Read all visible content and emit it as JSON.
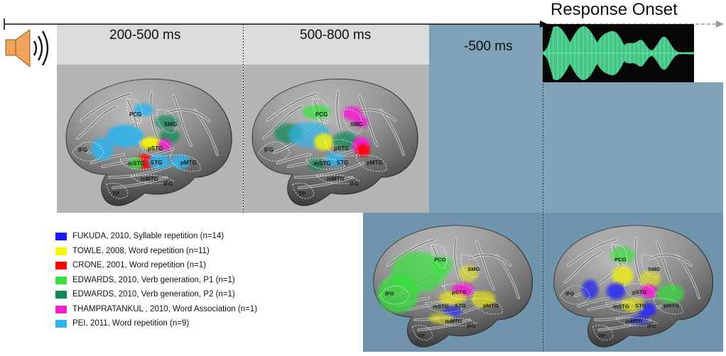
{
  "header": {
    "response_onset": "Response Onset"
  },
  "panels": {
    "p1_label": "200-500 ms",
    "p2_label": "500-800 ms",
    "p3_label": "-500 ms"
  },
  "regions": {
    "ifg": "IFG",
    "pcg": "PCG",
    "smg": "SMG",
    "pstg": "pSTG",
    "mstg": "mSTG",
    "pmtg": "pMTG",
    "mmtg": "mMTG",
    "tp": "TP",
    "stg": "STG"
  },
  "legend": [
    {
      "label": "FUKUDA, 2010, Syllable repetition (n=14)",
      "color": "#1a1aff"
    },
    {
      "label": "TOWLE, 2008, Word repetition (n=11)",
      "color": "#f7f700"
    },
    {
      "label": "CRONE, 2001, Word repetition (n=1)",
      "color": "#ff0000"
    },
    {
      "label": "EDWARDS, 2010,  Verb generation, P1 (n=1)",
      "color": "#38e03c"
    },
    {
      "label": "EDWARDS, 2010,   Verb generation, P2 (n=1)",
      "color": "#0d8a57"
    },
    {
      "label": "THAMPRATANKUL , 2010,  Word Association (n=1)",
      "color": "#f21fd2"
    },
    {
      "label": "PEI, 2011, Word repetition (n=9)",
      "color": "#2fb3ea"
    }
  ],
  "colors": {
    "light_gray": "#dcdcdc",
    "mid_gray": "#b4b4b4",
    "steel_blue": "#7fa2b8",
    "steel_blue_dark": "#6f94ab",
    "waveform": "#5cf2a8"
  },
  "icons": {
    "speaker": "speaker-icon",
    "timeline_arrow": "arrow-right-icon"
  }
}
